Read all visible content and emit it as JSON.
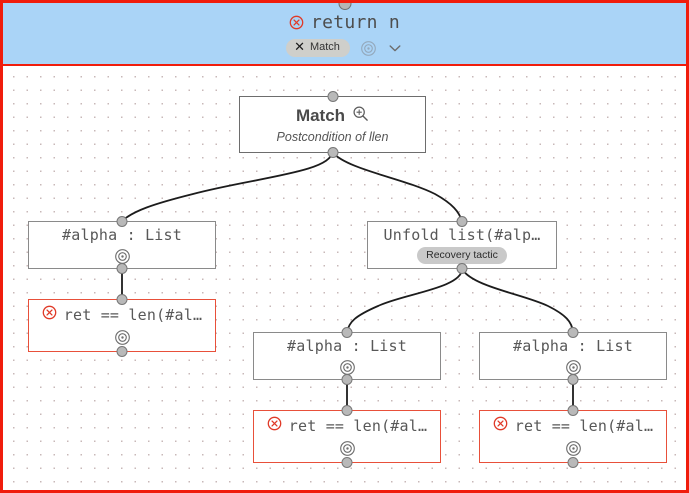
{
  "header": {
    "icon": "error-circle-x-icon",
    "title": "return n",
    "match_pill": {
      "icon": "close-x-icon",
      "label": "Match"
    },
    "target_icon": "target-icon",
    "chevron_icon": "chevron-down-icon"
  },
  "canvas": {
    "nodes": [
      {
        "id": "root",
        "kind": "root",
        "title": "Match",
        "icon": "zoom-in-icon",
        "subtitle": "Postcondition of llen"
      },
      {
        "id": "alpha-left",
        "kind": "normal",
        "text": "#alpha : List",
        "icon": "target-icon"
      },
      {
        "id": "ret-left",
        "kind": "danger",
        "status_icon": "error-circle-x-icon",
        "text": "ret == len(#al…",
        "icon": "target-icon"
      },
      {
        "id": "unfold",
        "kind": "normal",
        "text": "Unfold list(#alp…",
        "tag": "Recovery tactic"
      },
      {
        "id": "alpha-mid",
        "kind": "normal",
        "text": "#alpha : List",
        "icon": "target-icon"
      },
      {
        "id": "alpha-right",
        "kind": "normal",
        "text": "#alpha : List",
        "icon": "target-icon"
      },
      {
        "id": "ret-mid",
        "kind": "danger",
        "status_icon": "error-circle-x-icon",
        "text": "ret == len(#al…",
        "icon": "target-icon"
      },
      {
        "id": "ret-right",
        "kind": "danger",
        "status_icon": "error-circle-x-icon",
        "text": "ret == len(#al…",
        "icon": "target-icon"
      }
    ]
  },
  "colors": {
    "selection_red": "#f01c0c",
    "header_blue": "#aad4f7",
    "danger_border": "#e8503a",
    "danger_icon": "#e03a28",
    "node_border": "#8a8a8a",
    "text_gray": "#585858",
    "tag_gray": "#c9c9c9"
  }
}
